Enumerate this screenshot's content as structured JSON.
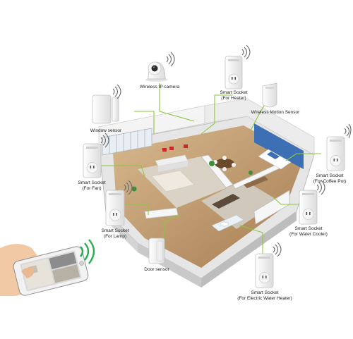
{
  "devices": {
    "camera": {
      "label": "Wireless IP camera"
    },
    "heater_socket": {
      "line1": "Smart Socket",
      "line2": "(For Heater)"
    },
    "motion_sensor": {
      "label": "Wireless Motion Sensor"
    },
    "window_sensor": {
      "label": "Window sensor"
    },
    "fan_socket": {
      "line1": "Smart Socket",
      "line2": "(For Fan)"
    },
    "coffee_socket": {
      "line1": "Smart Socket",
      "line2": "(For Coffee Pot)"
    },
    "lamp_socket": {
      "line1": "Smart Socket",
      "line2": "(For Lamp)"
    },
    "cooler_socket": {
      "line1": "Smart Socket",
      "line2": "(For Water Cooler)"
    },
    "door_sensor": {
      "label": "Door sensor"
    },
    "water_heater_socket": {
      "line1": "Smart Socket",
      "line2": "(For Electric Water Heater)"
    }
  },
  "colors": {
    "connector": "#8dc63f",
    "signal": "#6a6a6a",
    "phone_signal": "#22b14c",
    "wall": "#f2f2f2",
    "floor": "#c9a77a"
  }
}
